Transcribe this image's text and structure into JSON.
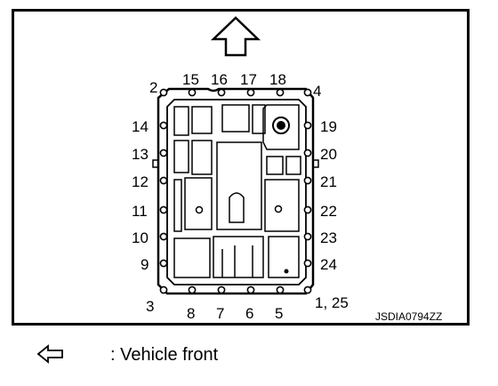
{
  "diagram": {
    "code": "JSDIA0794ZZ",
    "bolt_labels": [
      "1, 25",
      "2",
      "3",
      "4",
      "5",
      "6",
      "7",
      "8",
      "9",
      "10",
      "11",
      "12",
      "13",
      "14",
      "15",
      "16",
      "17",
      "18",
      "19",
      "20",
      "21",
      "22",
      "23",
      "24"
    ]
  },
  "legend": {
    "icon": "arrow-left-icon",
    "text": ": Vehicle front"
  }
}
